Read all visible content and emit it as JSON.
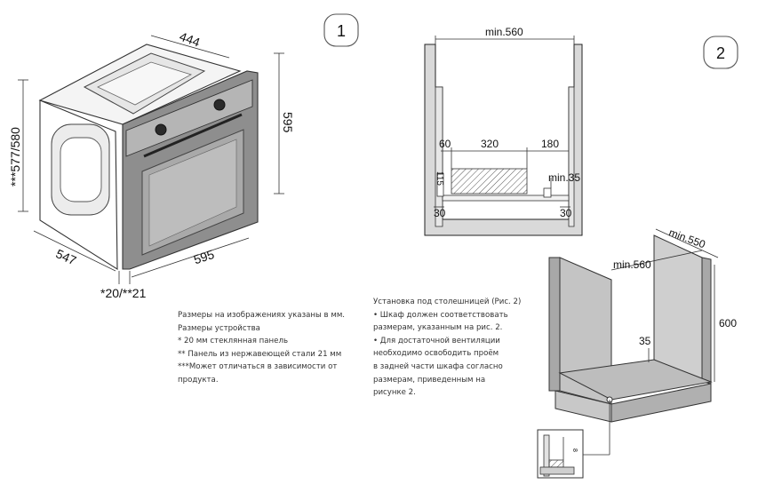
{
  "figure1": {
    "badge": "1",
    "dims": {
      "top_depth": "444",
      "height_right": "595",
      "height_left": "***577/580",
      "bottom_depth": "547",
      "bottom_width": "595",
      "front_offset": "*20/**21"
    }
  },
  "figure2": {
    "badge": "2",
    "section": {
      "min_width": "min.560",
      "left_gap": "60",
      "mid_width": "320",
      "right_gap": "180",
      "vent_height": "115",
      "min_depth": "min.35",
      "left_bottom": "30",
      "right_bottom": "30"
    },
    "iso": {
      "min_depth": "min.550",
      "min_width": "min.560",
      "height": "600",
      "step": "35",
      "detail_mark": "8"
    }
  },
  "notes_left": [
    "Размеры на изображениях указаны в мм.",
    "Размеры устройства",
    "* 20 мм стеклянная панель",
    "** Панель из нержавеющей стали 21 мм",
    "***Может отличаться в зависимости от",
    "продукта."
  ],
  "notes_right": [
    "Установка под столешницей (Рис. 2)",
    "• Шкаф должен соответствовать",
    "размерам, указанным на рис. 2.",
    "• Для достаточной вентиляции",
    "необходимо освободить проём",
    "в задней части шкафа согласно",
    "размерам, приведенным на",
    "рисунке 2."
  ]
}
